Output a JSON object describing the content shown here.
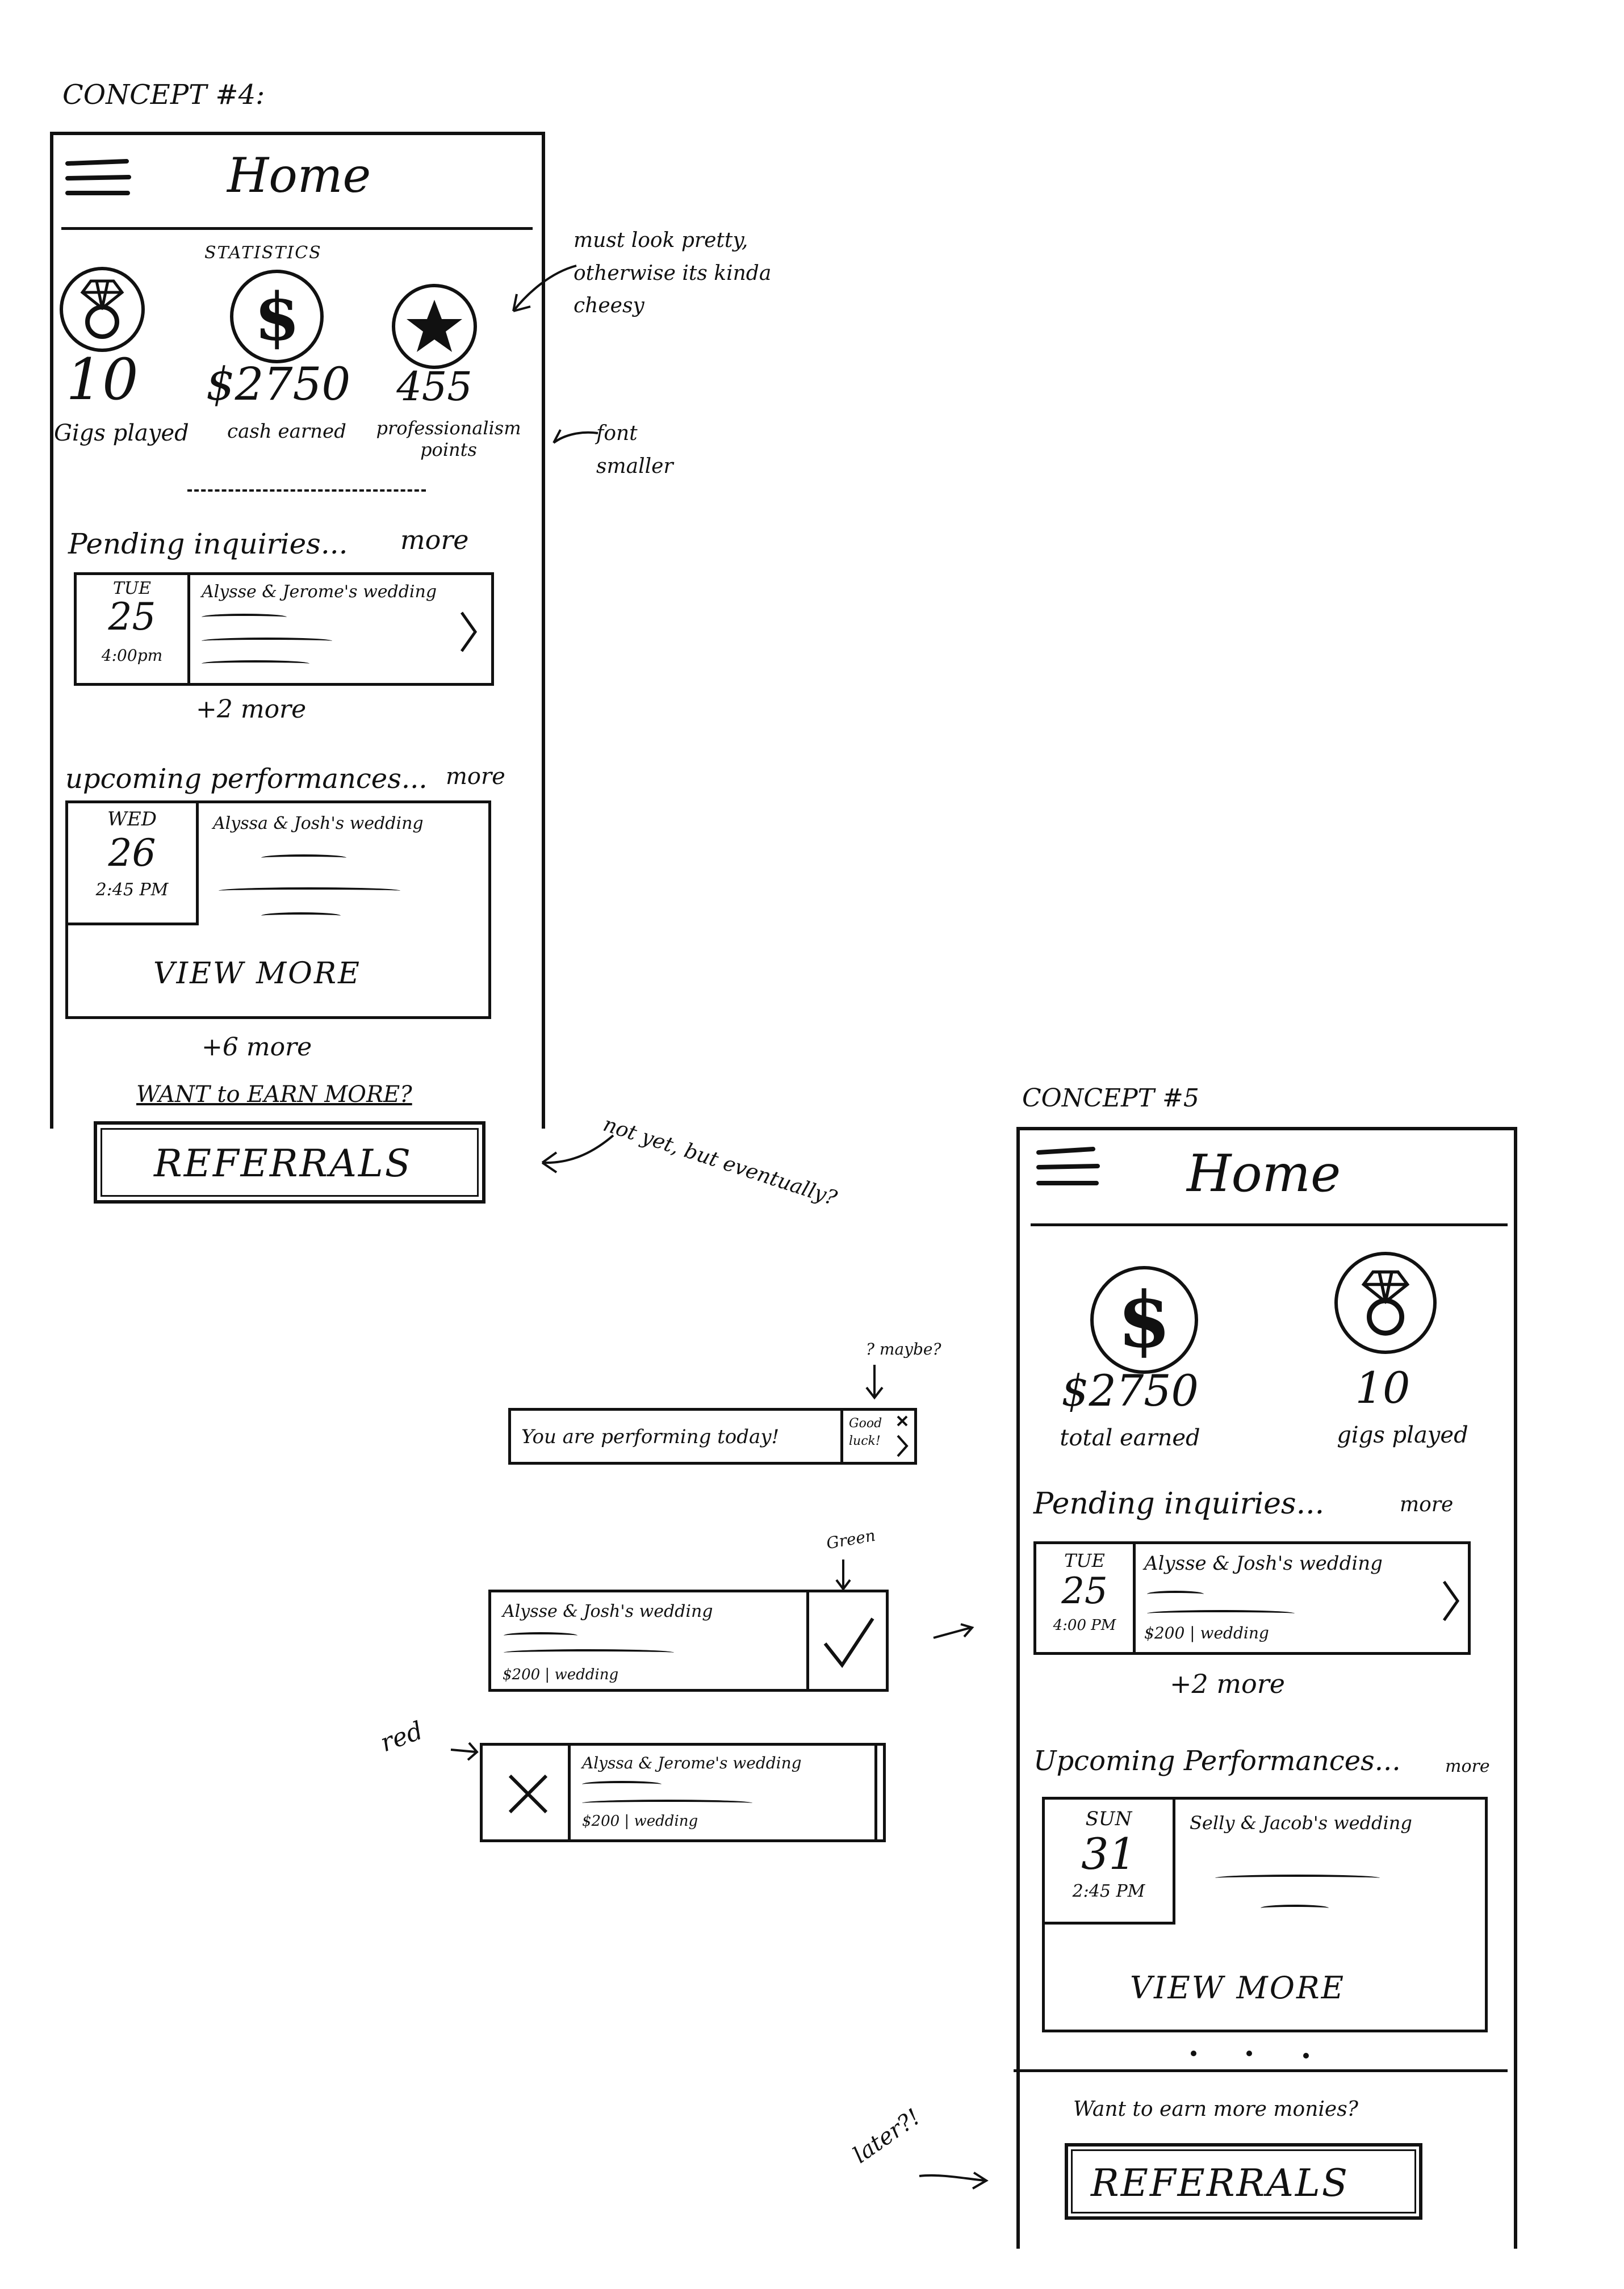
{
  "concept4": {
    "label": "CONCEPT #4:",
    "header_title": "Home",
    "statistics_label": "STATISTICS",
    "stats": [
      {
        "icon": "ring-icon",
        "value": "10",
        "label": "Gigs played"
      },
      {
        "icon": "dollar-icon",
        "value": "$2750",
        "label": "cash earned"
      },
      {
        "icon": "star-icon",
        "value": "455",
        "label": "professionalism points"
      }
    ],
    "pending": {
      "heading": "Pending inquiries...",
      "more": "more",
      "card": {
        "day": "TUE",
        "date": "25",
        "time": "4:00pm",
        "title": "Alysse & Jerome's wedding"
      },
      "footer": "+2 more"
    },
    "upcoming": {
      "heading": "upcoming performances...",
      "more": "more",
      "card": {
        "day": "WED",
        "date": "26",
        "time": "2:45 PM",
        "title": "Alyssa & Josh's wedding",
        "view_more": "VIEW MORE"
      },
      "footer": "+6 more"
    },
    "referrals_prompt": "WANT to EARN MORE?",
    "referrals_button": "REFERRALS"
  },
  "annotations": {
    "pretty": "must look pretty, otherwise its kinda cheesy",
    "font": "font smaller",
    "referrals": "not yet, but eventually?",
    "banner_note": "? maybe?",
    "green": "Green",
    "red": "red",
    "later": "later?!"
  },
  "banner": {
    "text": "You are performing today!",
    "side": "Good luck!"
  },
  "accept_card": {
    "title": "Alysse & Josh's wedding",
    "price": "$200 | wedding"
  },
  "reject_card": {
    "title": "Alyssa & Jerome's wedding",
    "price": "$200 | wedding"
  },
  "concept5": {
    "label": "CONCEPT #5",
    "header_title": "Home",
    "stats": [
      {
        "icon": "dollar-icon",
        "value": "$2750",
        "label": "total earned"
      },
      {
        "icon": "ring-icon",
        "value": "10",
        "label": "gigs played"
      }
    ],
    "pending": {
      "heading": "Pending inquiries...",
      "more": "more",
      "card": {
        "day": "TUE",
        "date": "25",
        "time": "4:00 PM",
        "title": "Alysse & Josh's wedding",
        "price": "$200 | wedding"
      },
      "footer": "+2 more"
    },
    "upcoming": {
      "heading": "Upcoming Performances...",
      "more": "more",
      "card": {
        "day": "SUN",
        "date": "31",
        "time": "2:45 PM",
        "title": "Selly & Jacob's wedding",
        "view_more": "VIEW MORE"
      }
    },
    "referrals_prompt": "Want to earn more monies?",
    "referrals_button": "REFERRALS"
  }
}
